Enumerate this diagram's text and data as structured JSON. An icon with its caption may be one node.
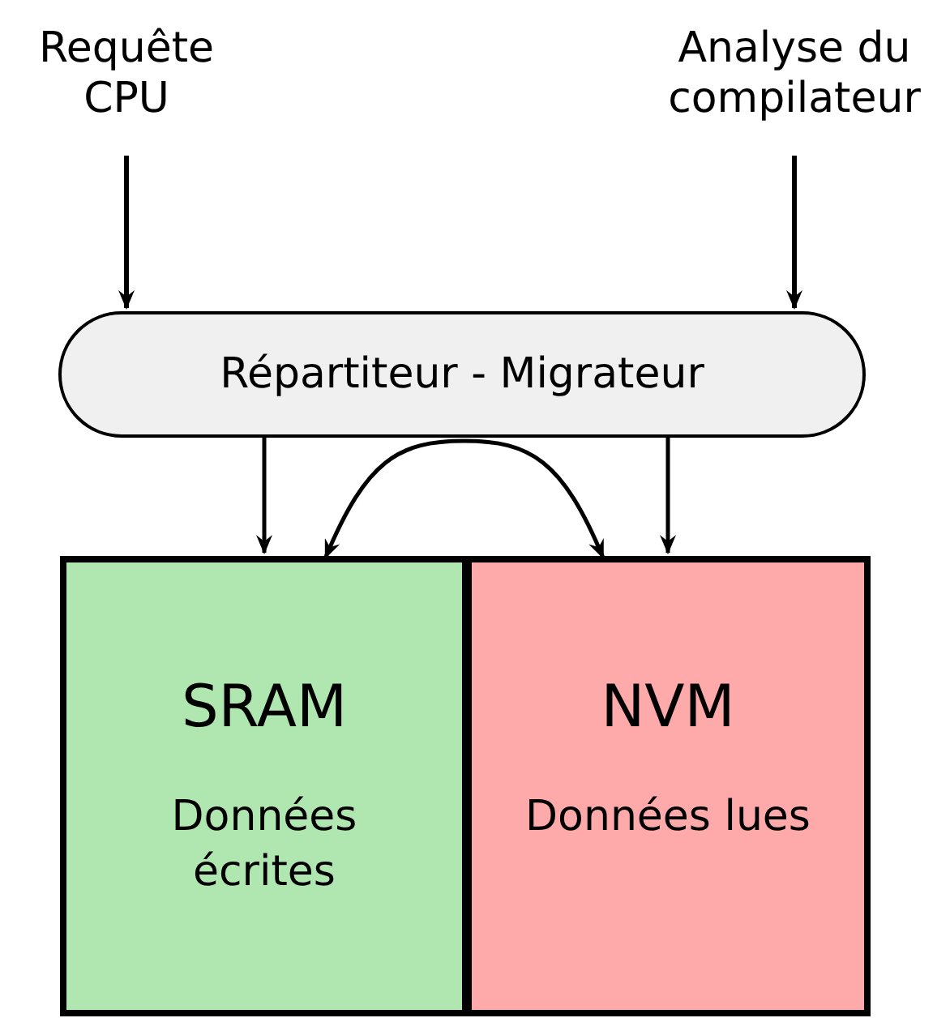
{
  "diagram": {
    "nodes": [
      {
        "text": [
          "Requête CPU"
        ]
      },
      {
        "text": [
          "Analyse du compilateur"
        ]
      },
      {
        "text": [
          "Répartiteur - Migrateur"
        ]
      },
      {
        "text": [
          "SRAM",
          "Données écrites"
        ]
      },
      {
        "text": [
          "NVM",
          "Données lues"
        ]
      }
    ],
    "edges": [
      {
        "from": 0,
        "to": 2,
        "arrow": "to"
      },
      {
        "from": 1,
        "to": 2,
        "arrow": "to"
      },
      {
        "from": 2,
        "to": 3,
        "arrow": "to"
      },
      {
        "from": 2,
        "to": 4,
        "arrow": "to"
      },
      {
        "from": 3,
        "to": 4,
        "arrow": "both"
      }
    ]
  }
}
